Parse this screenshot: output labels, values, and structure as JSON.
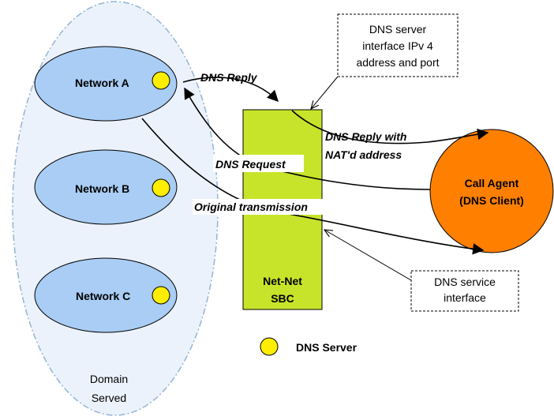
{
  "domain_region": {
    "label_line1": "Domain",
    "label_line2": "Served"
  },
  "networks": [
    {
      "label": "Network A"
    },
    {
      "label": "Network B"
    },
    {
      "label": "Network C"
    }
  ],
  "sbc": {
    "label_line1": "Net-Net",
    "label_line2": "SBC"
  },
  "call_agent": {
    "label_line1": "Call Agent",
    "label_line2": "(DNS Client)"
  },
  "flows": {
    "dns_reply": "DNS Reply",
    "dns_request": "DNS Request",
    "original_transmission": "Original transmission",
    "dns_reply_nat_line1": "DNS Reply with",
    "dns_reply_nat_line2": "NAT'd address"
  },
  "callouts": {
    "server_interface": [
      "DNS server",
      "interface IPv 4",
      "address and port"
    ],
    "service_interface": [
      "DNS service",
      "interface"
    ]
  },
  "legend": {
    "dns_server": "DNS Server"
  },
  "colors": {
    "domain_fill": "#ecf2fb",
    "domain_stroke": "#93b4d6",
    "network_fill": "#a9cdf4",
    "dns_server_dot": "#ffee00",
    "sbc_fill": "#c8e42a",
    "call_agent_fill": "#ff8000"
  }
}
